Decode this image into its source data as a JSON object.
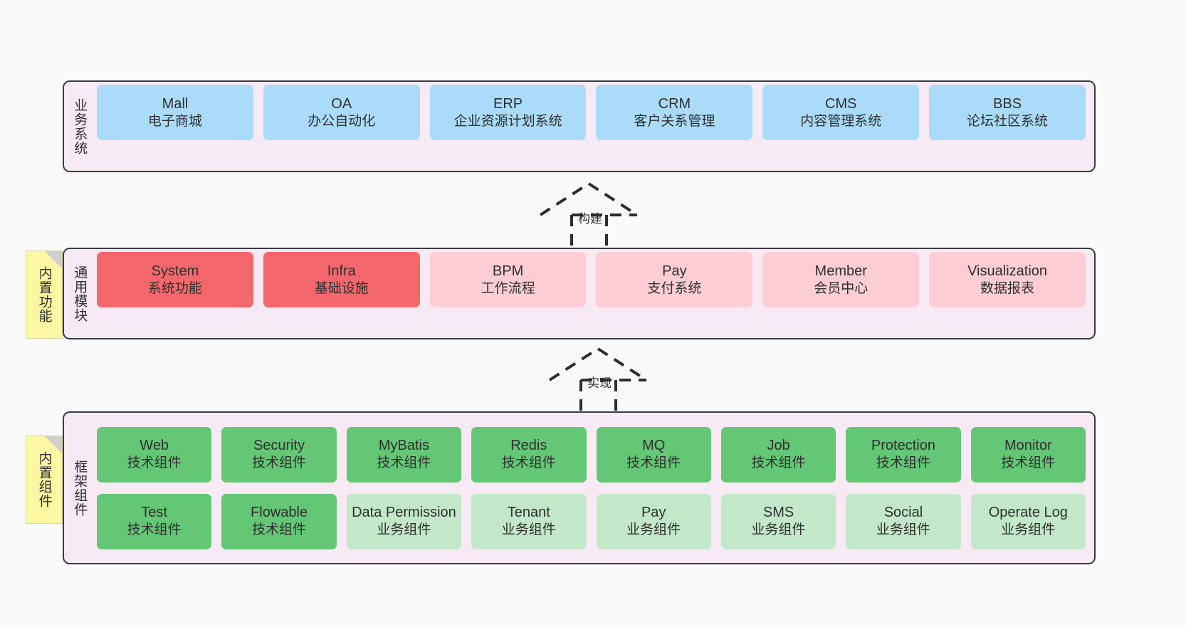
{
  "diagram": {
    "background_color": "#fafafa",
    "layer_fill": "#f8eaf4",
    "layer_border": "#3b3b45",
    "note_fill": "#fbf7a3"
  },
  "layers": [
    {
      "id": "business",
      "title": "业务系统",
      "rows": [
        {
          "cells": [
            {
              "en": "Mall",
              "cn": "电子商城",
              "color": "#aadcfa",
              "variant": "c-blue"
            },
            {
              "en": "OA",
              "cn": "办公自动化",
              "color": "#aadcfa",
              "variant": "c-blue"
            },
            {
              "en": "ERP",
              "cn": "企业资源计划系统",
              "color": "#aadcfa",
              "variant": "c-blue"
            },
            {
              "en": "CRM",
              "cn": "客户关系管理",
              "color": "#aadcfa",
              "variant": "c-blue"
            },
            {
              "en": "CMS",
              "cn": "内容管理系统",
              "color": "#aadcfa",
              "variant": "c-blue"
            },
            {
              "en": "BBS",
              "cn": "论坛社区系统",
              "color": "#aadcfa",
              "variant": "c-blue"
            }
          ]
        }
      ]
    },
    {
      "id": "common",
      "title": "通用模块",
      "note": "内置功能",
      "rows": [
        {
          "cells": [
            {
              "en": "System",
              "cn": "系统功能",
              "color": "#f4686d",
              "variant": "c-red-strong"
            },
            {
              "en": "Infra",
              "cn": "基础设施",
              "color": "#f4686d",
              "variant": "c-red-strong"
            },
            {
              "en": "BPM",
              "cn": "工作流程",
              "color": "#fccdd3",
              "variant": "c-red-light"
            },
            {
              "en": "Pay",
              "cn": "支付系统",
              "color": "#fccdd3",
              "variant": "c-red-light"
            },
            {
              "en": "Member",
              "cn": "会员中心",
              "color": "#fccdd3",
              "variant": "c-red-light"
            },
            {
              "en": "Visualization",
              "cn": "数据报表",
              "color": "#fccdd3",
              "variant": "c-red-light"
            }
          ]
        }
      ]
    },
    {
      "id": "framework",
      "title": "框架组件",
      "note": "内置组件",
      "rows": [
        {
          "cells": [
            {
              "en": "Web",
              "cn": "技术组件",
              "color": "#63c776",
              "variant": "c-green-strong"
            },
            {
              "en": "Security",
              "cn": "技术组件",
              "color": "#63c776",
              "variant": "c-green-strong"
            },
            {
              "en": "MyBatis",
              "cn": "技术组件",
              "color": "#63c776",
              "variant": "c-green-strong"
            },
            {
              "en": "Redis",
              "cn": "技术组件",
              "color": "#63c776",
              "variant": "c-green-strong"
            },
            {
              "en": "MQ",
              "cn": "技术组件",
              "color": "#63c776",
              "variant": "c-green-strong"
            },
            {
              "en": "Job",
              "cn": "技术组件",
              "color": "#63c776",
              "variant": "c-green-strong"
            },
            {
              "en": "Protection",
              "cn": "技术组件",
              "color": "#63c776",
              "variant": "c-green-strong"
            },
            {
              "en": "Monitor",
              "cn": "技术组件",
              "color": "#63c776",
              "variant": "c-green-strong"
            }
          ]
        },
        {
          "cells": [
            {
              "en": "Test",
              "cn": "技术组件",
              "color": "#63c776",
              "variant": "c-green-strong"
            },
            {
              "en": "Flowable",
              "cn": "技术组件",
              "color": "#63c776",
              "variant": "c-green-strong"
            },
            {
              "en": "Data Permission",
              "cn": "业务组件",
              "color": "#c2e8c9",
              "variant": "c-green-light"
            },
            {
              "en": "Tenant",
              "cn": "业务组件",
              "color": "#c2e8c9",
              "variant": "c-green-light"
            },
            {
              "en": "Pay",
              "cn": "业务组件",
              "color": "#c2e8c9",
              "variant": "c-green-light"
            },
            {
              "en": "SMS",
              "cn": "业务组件",
              "color": "#c2e8c9",
              "variant": "c-green-light"
            },
            {
              "en": "Social",
              "cn": "业务组件",
              "color": "#c2e8c9",
              "variant": "c-green-light"
            },
            {
              "en": "Operate Log",
              "cn": "业务组件",
              "color": "#c2e8c9",
              "variant": "c-green-light"
            }
          ]
        }
      ]
    }
  ],
  "connectors": [
    {
      "id": "build",
      "label": "构建",
      "style": "dashed-generalization",
      "from": "common",
      "to": "business"
    },
    {
      "id": "impl",
      "label": "实现",
      "style": "dashed-generalization",
      "from": "framework",
      "to": "common"
    }
  ]
}
